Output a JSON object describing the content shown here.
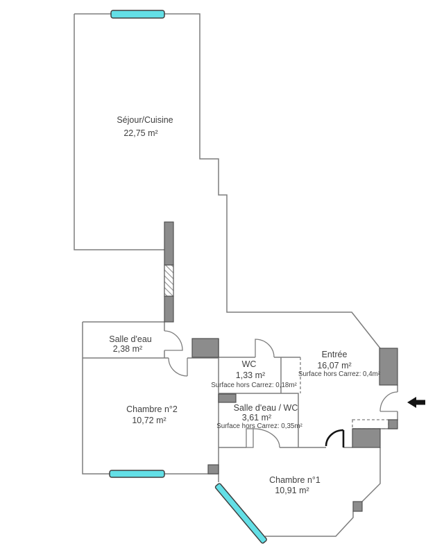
{
  "title": "Plan d'appartement",
  "colors": {
    "wall": "#7d7d7d",
    "wall_fill": "#8c8c8c",
    "wall_fill_border": "#4f4f4f",
    "window": "#63dfe6",
    "window_border": "#3f3f3f",
    "door_dark": "#141414",
    "text": "#3f3f3f",
    "background": "#ffffff"
  },
  "rooms": {
    "sejour": {
      "name": "Séjour/Cuisine",
      "area": "22,75 m²"
    },
    "salle_deau": {
      "name": "Salle d'eau",
      "area": "2,38 m²"
    },
    "wc": {
      "name": "WC",
      "area": "1,33 m²",
      "hors_carrez": "Surface hors Carrez: 0,18m²"
    },
    "entree": {
      "name": "Entrée",
      "area": "16,07 m²",
      "hors_carrez": "Surface hors Carrez: 0,4m²"
    },
    "chambre2": {
      "name": "Chambre n°2",
      "area": "10,72 m²"
    },
    "salle_deau_wc": {
      "name": "Salle d'eau / WC",
      "area": "3,61 m²",
      "hors_carrez": "Surface hors Carrez: 0,35m²"
    },
    "chambre1": {
      "name": "Chambre n°1",
      "area": "10,91 m²"
    }
  },
  "icons": {
    "entrance_arrow": "left-arrow"
  }
}
